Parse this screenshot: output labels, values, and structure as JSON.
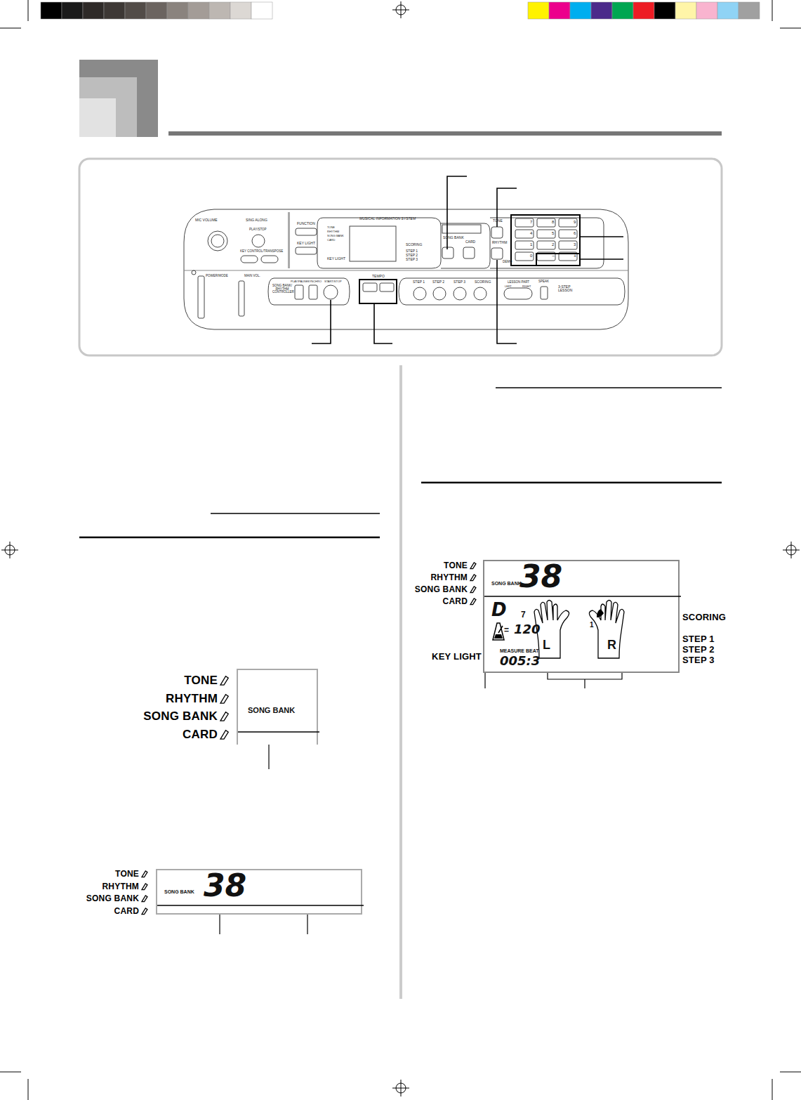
{
  "diagram": {
    "nodes": [
      {
        "text": [
          "SONG BANK"
        ]
      },
      {
        "text": [
          "SONG BANK",
          "38"
        ]
      },
      {
        "text": [
          "SONG BANK",
          "38",
          "D",
          "7",
          "=",
          "120",
          "MEASURE BEAT",
          "005:3",
          "1",
          "L",
          "R"
        ]
      }
    ],
    "labels": [
      "MIC VOLUME",
      "SING ALONG",
      "PLAY/STOP",
      "KEY CONTROL/TRANSPOSE",
      "FUNCTION",
      "KEY LIGHT",
      "MUSICAL INFORMATION SYSTEM",
      "TONE",
      "RHYTHM",
      "SONG BANK",
      "CARD",
      "KEY LIGHT",
      "SCORING",
      "STEP 1",
      "STEP 2",
      "STEP 3",
      "SONG BANK",
      "CARD",
      "TONE",
      "RHYTHM",
      "DEMO",
      "7",
      "8",
      "9",
      "4",
      "5",
      "6",
      "1",
      "2",
      "3",
      "0",
      "−",
      "+",
      "POWER/MODE",
      "MAIN VOL.",
      "SONG BANK/ RHYTHM CONTROLLER",
      "PLAY/PAUSE",
      "SYNCHRO",
      "START/STOP",
      "TEMPO",
      "STEP 1",
      "STEP 2",
      "STEP 3",
      "SCORING",
      "LESSON PART",
      "LEFT",
      "RIGHT",
      "SPEAK",
      "3-STEP LESSON",
      "TONE",
      "RHYTHM",
      "SONG BANK",
      "CARD",
      "TONE",
      "RHYTHM",
      "SONG BANK",
      "CARD",
      "TONE",
      "RHYTHM",
      "SONG BANK",
      "CARD",
      "KEY LIGHT",
      "SCORING",
      "STEP 1",
      "STEP 2",
      "STEP 3"
    ]
  }
}
